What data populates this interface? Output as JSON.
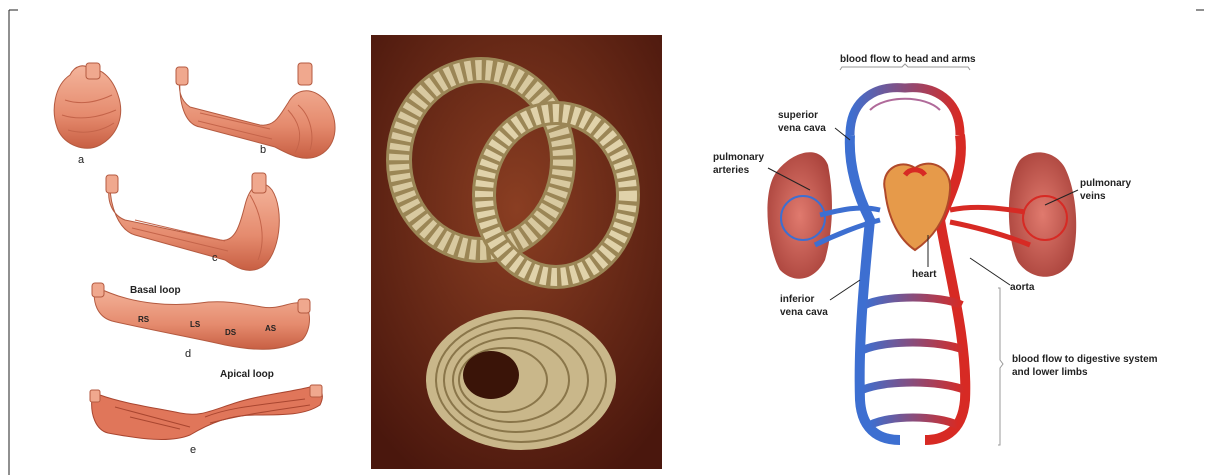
{
  "left_panel": {
    "labels": {
      "a": "a",
      "b": "b",
      "c": "c",
      "d": "d",
      "e": "e"
    },
    "basal_loop": "Basal loop",
    "apical_loop": "Apical loop",
    "segments": {
      "rs": "RS",
      "ls": "LS",
      "ds": "DS",
      "as": "AS"
    }
  },
  "right_panel": {
    "labels": {
      "head_arms": "blood flow to head and arms",
      "superior_vena_cava_1": "superior",
      "superior_vena_cava_2": "vena cava",
      "pulmonary_arteries_1": "pulmonary",
      "pulmonary_arteries_2": "arteries",
      "pulmonary_veins_1": "pulmonary",
      "pulmonary_veins_2": "veins",
      "heart": "heart",
      "aorta": "aorta",
      "inferior_vena_cava_1": "inferior",
      "inferior_vena_cava_2": "vena cava",
      "digestive_1": "blood flow to digestive system",
      "digestive_2": "and lower limbs"
    }
  },
  "colors": {
    "muscle": "#e8957a",
    "muscle_dark": "#c45a3c",
    "rope": "#d8c9a0",
    "rope_shadow": "#9b8656",
    "backdrop": "#5a1d12",
    "vein_blue": "#3d6fd1",
    "artery_red": "#d72a24",
    "lung": "#c4574e"
  }
}
